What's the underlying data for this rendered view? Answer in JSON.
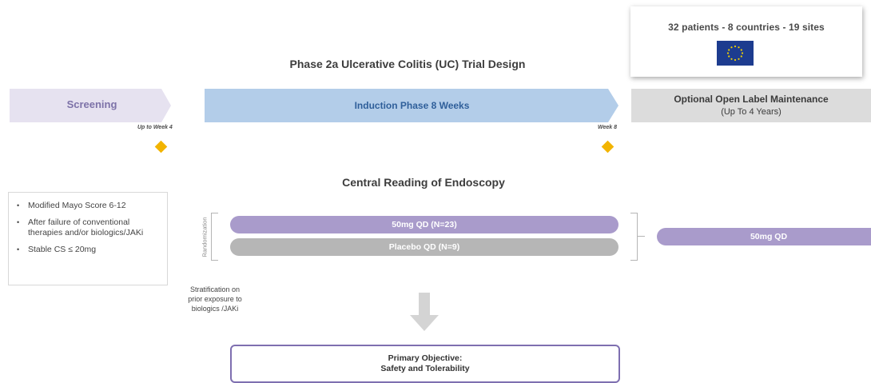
{
  "info": {
    "summary": "32 patients - 8 countries - 19 sites",
    "flag_icon": "eu-flag-icon"
  },
  "title": "Phase 2a Ulcerative Colitis (UC) Trial Design",
  "phases": {
    "screening": "Screening",
    "induction": "Induction Phase 8 Weeks",
    "maintenance_title": "Optional Open Label Maintenance",
    "maintenance_sub": "(Up To 4 Years)"
  },
  "milestones": {
    "up_to_week4": "Up to Week 4",
    "week8": "Week 8"
  },
  "central_reading": "Central Reading of Endoscopy",
  "criteria": [
    "Modified Mayo Score 6-12",
    "After failure of conventional therapies and/or biologics/JAKi",
    "Stable CS ≤ 20mg"
  ],
  "randomization_label": "Randomization",
  "arms": {
    "active": "50mg QD (N=23)",
    "placebo": "Placebo QD (N=9)",
    "maintenance": "50mg QD"
  },
  "stratification": "Stratification on prior exposure to biologics /JAKi",
  "objective": {
    "line1": "Primary Objective:",
    "line2": "Safety and Tolerability"
  },
  "colors": {
    "screening_band": "#e6e2f0",
    "induction_band": "#b3cde9",
    "maintenance_band": "#dcdcdc",
    "milestone": "#f2b400",
    "active_arm": "#a99bcb",
    "placebo_arm": "#b6b6b6",
    "objective_border": "#7e6fb0",
    "eu_blue": "#1d3c8f",
    "eu_star": "#f2d200"
  }
}
